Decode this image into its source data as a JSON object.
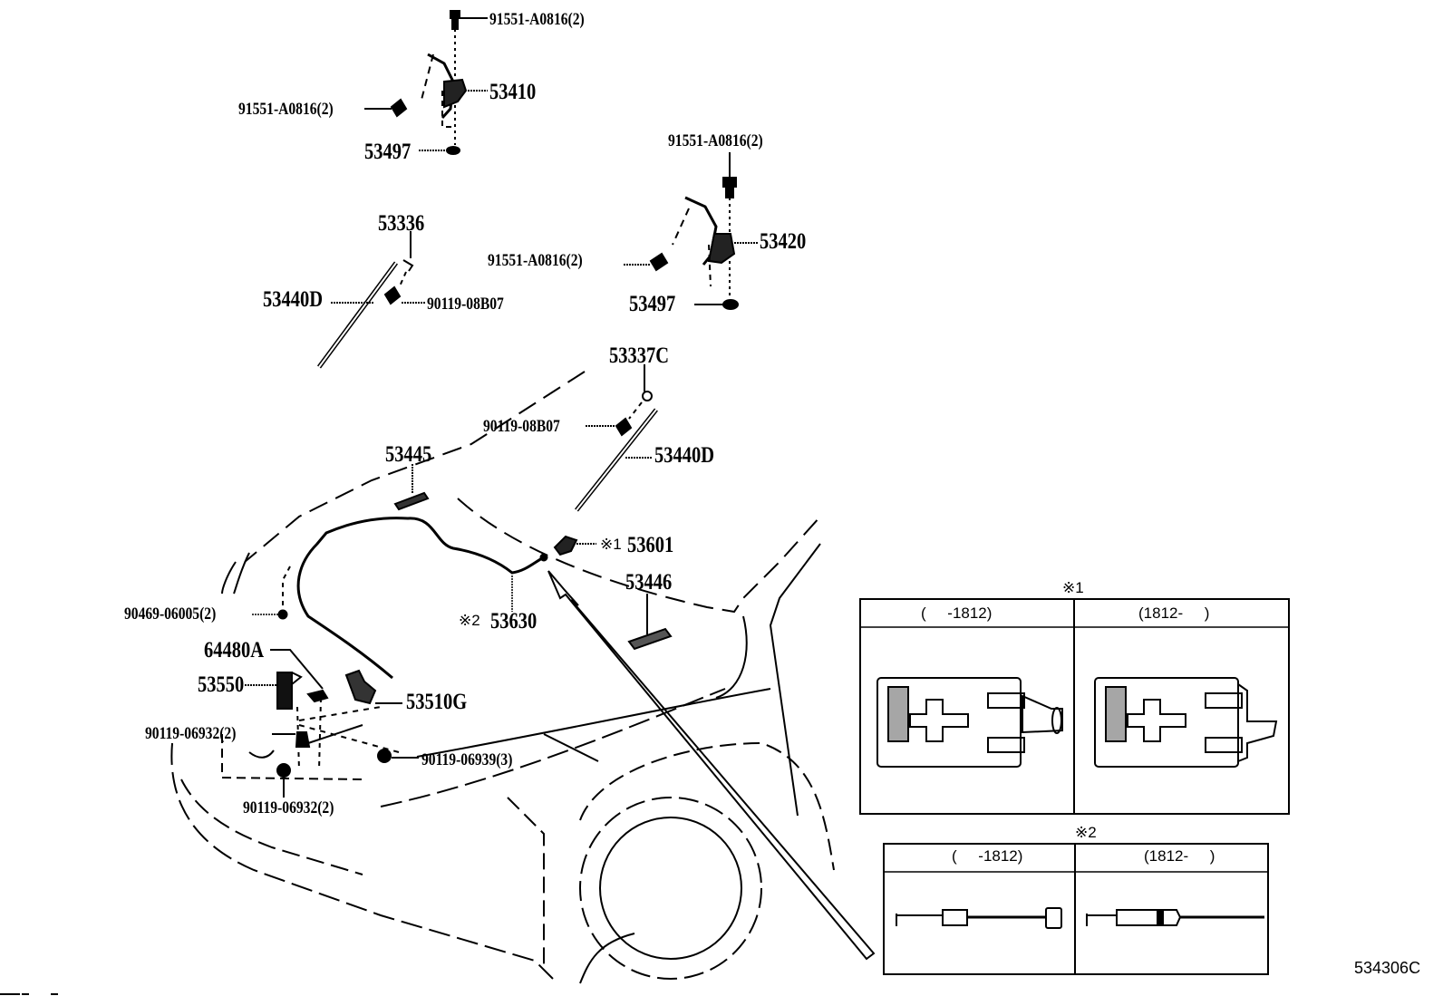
{
  "diagram": {
    "code": "534306C",
    "callouts": {
      "c01": "91551-A0816(2)",
      "c02": "53410",
      "c03": "91551-A0816(2)",
      "c04": "53497",
      "c05": "91551-A0816(2)",
      "c06": "53336",
      "c07": "53420",
      "c08": "91551-A0816(2)",
      "c09": "53440D",
      "c10": "90119-08B07",
      "c11": "53497",
      "c12": "53337C",
      "c13": "90119-08B07",
      "c14": "53445",
      "c15": "53440D",
      "c16": "53601",
      "c17": "53446",
      "c18": "90469-06005(2)",
      "c19": "53630",
      "c20": "64480A",
      "c21": "53550",
      "c22": "53510G",
      "c23": "90119-06932(2)",
      "c24": "90119-06939(3)",
      "c25": "90119-06932(2)"
    },
    "notes": {
      "note1_mark": "※1",
      "note2_mark": "※2"
    },
    "inset1": {
      "title": "※1",
      "left_header": "(     -1812)",
      "right_header": "(1812-     )"
    },
    "inset2": {
      "title": "※2",
      "left_header": "(     -1812)",
      "right_header": "(1812-     )"
    }
  }
}
